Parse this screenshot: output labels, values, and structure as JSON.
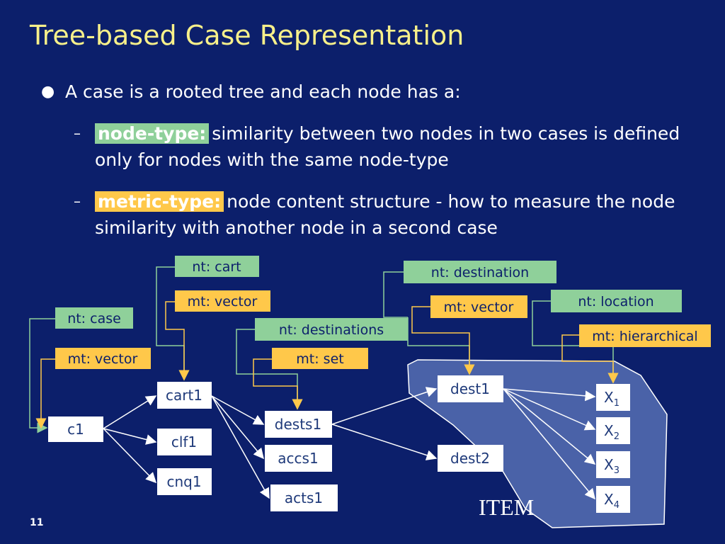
{
  "title": "Tree-based Case Representation",
  "bullet": "A case is a rooted tree and each node has a:",
  "sub1": {
    "highlight": "node-type:",
    "text": "similarity between two nodes in two cases is defined only for nodes with the same node-type"
  },
  "sub2": {
    "highlight": "metric-type:",
    "text": "node content structure - how to measure the node similarity with another node in a second case"
  },
  "tags": {
    "nt_cart": "nt: cart",
    "mt_vector_cart": "mt: vector",
    "nt_case": "nt: case",
    "mt_vector_case": "mt: vector",
    "nt_destinations": "nt: destinations",
    "mt_set": "mt: set",
    "nt_destination": "nt: destination",
    "mt_vector_dest": "mt: vector",
    "nt_location": "nt: location",
    "mt_hierarchical": "mt: hierarchical"
  },
  "nodes": {
    "c1": "c1",
    "cart1": "cart1",
    "clf1": "clf1",
    "cnq1": "cnq1",
    "dests1": "dests1",
    "accs1": "accs1",
    "acts1": "acts1",
    "dest1": "dest1",
    "dest2": "dest2",
    "x1": "X",
    "x2": "X",
    "x3": "X",
    "x4": "X",
    "x1_sub": "1",
    "x2_sub": "2",
    "x3_sub": "3",
    "x4_sub": "4"
  },
  "item_label": "ITEM",
  "page_number": "11",
  "colors": {
    "background": "#0c1f6b",
    "title": "#f8f08a",
    "node_type_tag": "#8fd09a",
    "metric_type_tag": "#ffc84a",
    "item_region": "#4a62a8"
  }
}
